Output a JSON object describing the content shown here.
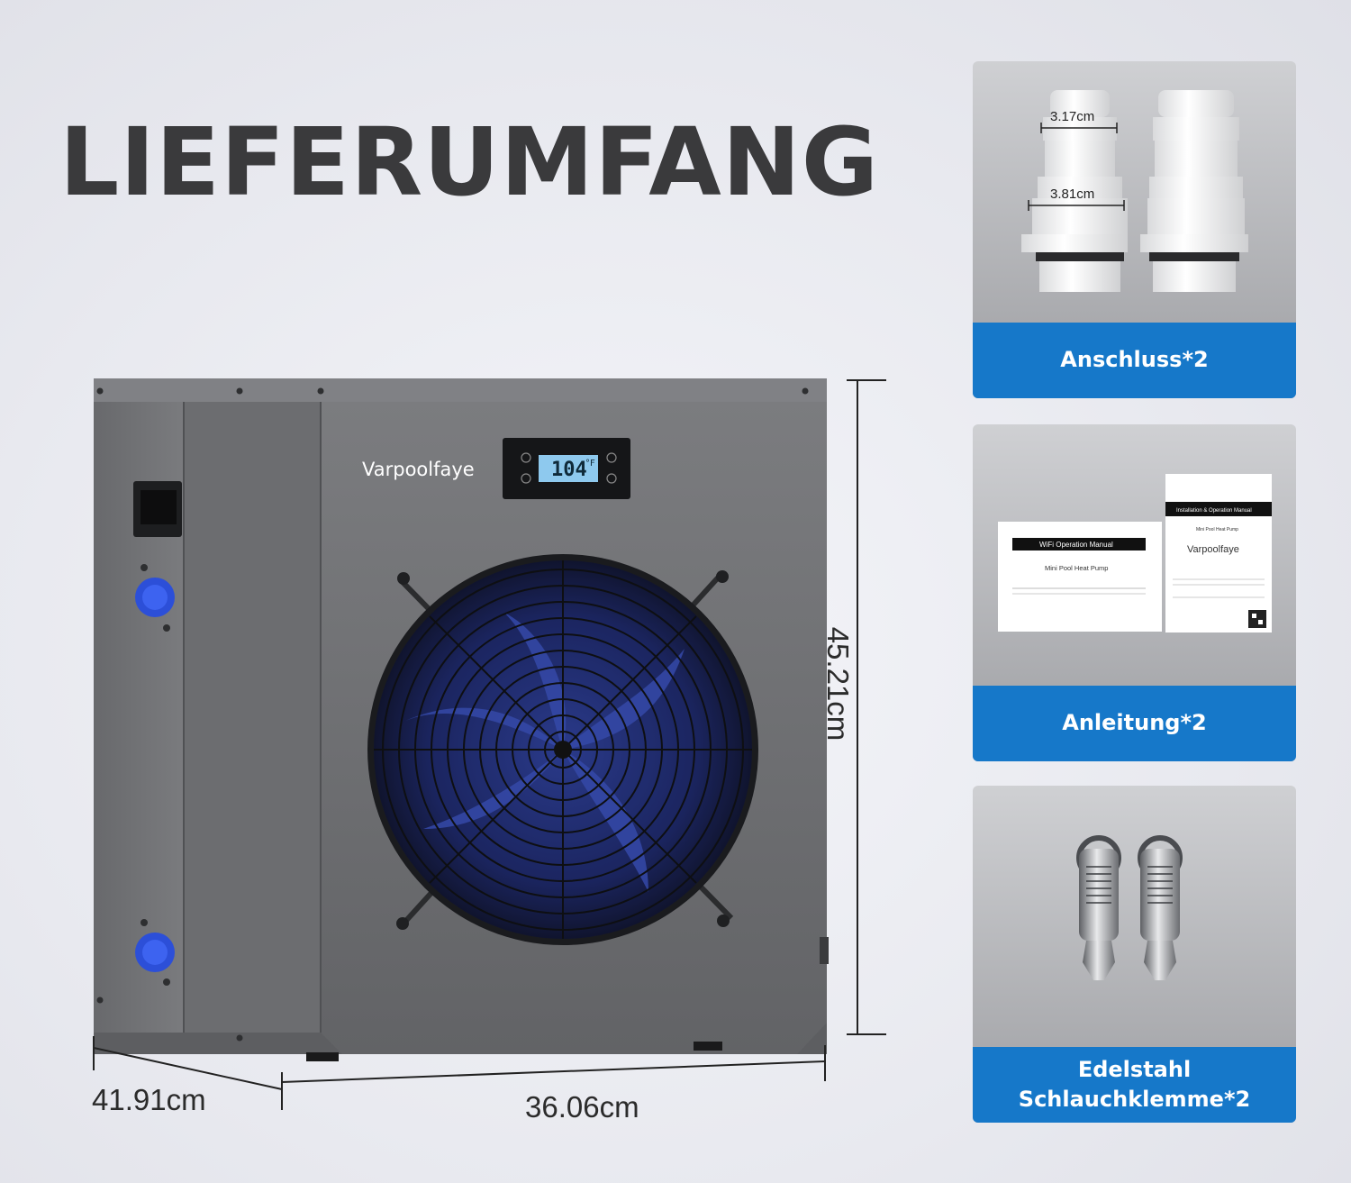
{
  "header": {
    "title": "LIEFERUMFANG"
  },
  "product": {
    "brand": "Varpoolfaye",
    "display_value": "104",
    "display_unit": "°F",
    "dimensions": {
      "height": "45.21cm",
      "depth": "41.91cm",
      "width": "36.06cm"
    }
  },
  "items": [
    {
      "label": "Anschluss*2",
      "measure_top": "3.17cm",
      "measure_bottom": "3.81cm"
    },
    {
      "label": "Anleitung*2",
      "manual_left": {
        "header": "WiFi Operation Manual",
        "subtitle": "Mini Pool Heat Pump"
      },
      "manual_right": {
        "header": "Installation & Operation Manual",
        "subtitle": "Mini Pool Heat Pump",
        "brand": "Varpoolfaye"
      }
    },
    {
      "label_line1": "Edelstahl",
      "label_line2": "Schlauchklemme*2"
    }
  ],
  "colors": {
    "accent_blue": "#1678c9",
    "unit_body": "#6e6f72",
    "title": "#3a3a3c"
  }
}
